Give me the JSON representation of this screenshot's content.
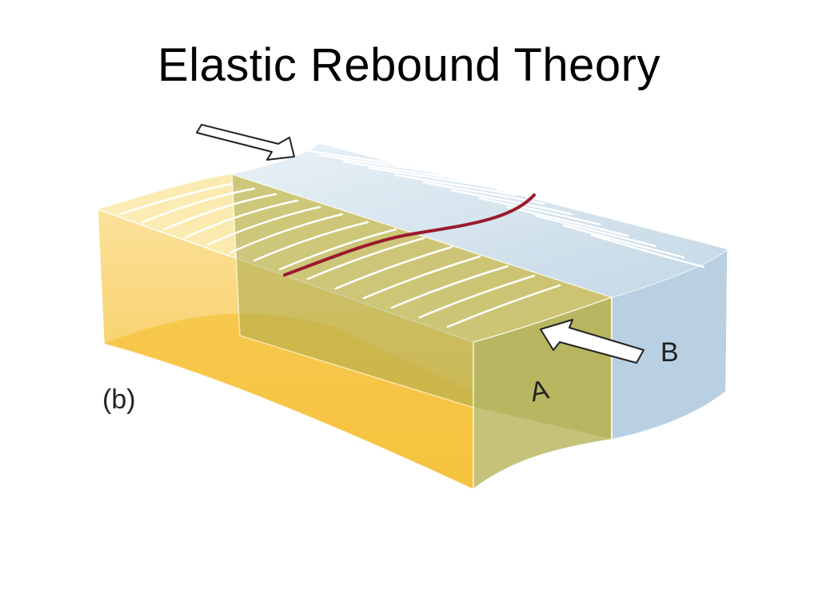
{
  "slide": {
    "title": "Elastic Rebound Theory"
  },
  "figure": {
    "panel_label": "(b)",
    "block_a_label": "A",
    "block_b_label": "B",
    "colors": {
      "block_a_face": "#F8CC55",
      "block_a_top": "#FCE9A8",
      "block_b": "#C9DDEA",
      "fault_plane": "#A3A64E",
      "fault_line": "#9B1A2E",
      "arrow_fill": "#ffffff",
      "arrow_stroke": "#222222"
    },
    "icons": {
      "force_arrow_top": "compression-arrow-icon",
      "force_arrow_right": "compression-arrow-icon"
    }
  }
}
